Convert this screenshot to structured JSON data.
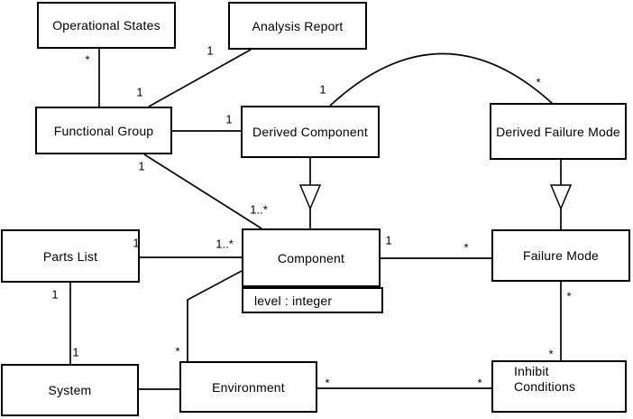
{
  "diagram": {
    "type": "uml-class-diagram",
    "background_color": "#ffffff",
    "line_color": "#000000",
    "classes": {
      "operational_states": {
        "name": "Operational States"
      },
      "analysis_report": {
        "name": "Analysis Report"
      },
      "functional_group": {
        "name": "Functional Group"
      },
      "derived_component": {
        "name": "Derived Component"
      },
      "derived_failure_mode": {
        "name": "Derived Failure Mode"
      },
      "parts_list": {
        "name": "Parts List"
      },
      "component": {
        "name": "Component",
        "attributes": [
          "level : integer"
        ]
      },
      "failure_mode": {
        "name": "Failure Mode"
      },
      "system": {
        "name": "System"
      },
      "environment": {
        "name": "Environment"
      },
      "inhibit_conditions": {
        "name": "Inhibit Conditions",
        "lines": [
          "Inhibit",
          "Conditions"
        ]
      }
    },
    "associations": [
      {
        "from": "Operational States",
        "to": "Functional Group",
        "from_mult": "*",
        "to_mult": ""
      },
      {
        "from": "Analysis Report",
        "to": "Functional Group",
        "from_mult": "1",
        "to_mult": "1"
      },
      {
        "from": "Functional Group",
        "to": "Derived Component",
        "from_mult": "",
        "to_mult": "1"
      },
      {
        "from": "Derived Component",
        "to": "Derived Failure Mode",
        "from_mult": "1",
        "to_mult": "*"
      },
      {
        "from": "Functional Group",
        "to": "Component",
        "from_mult": "1",
        "to_mult": "1..*"
      },
      {
        "from": "Parts List",
        "to": "Component",
        "from_mult": "1",
        "to_mult": "1..*"
      },
      {
        "from": "Component",
        "to": "Failure Mode",
        "from_mult": "1",
        "to_mult": "*"
      },
      {
        "from": "Parts List",
        "to": "System",
        "from_mult": "1",
        "to_mult": "1"
      },
      {
        "from": "Component",
        "to": "Environment",
        "from_mult": "",
        "to_mult": "*"
      },
      {
        "from": "System",
        "to": "Environment",
        "from_mult": "",
        "to_mult": ""
      },
      {
        "from": "Environment",
        "to": "Inhibit Conditions",
        "from_mult": "*",
        "to_mult": "*"
      },
      {
        "from": "Failure Mode",
        "to": "Inhibit Conditions",
        "from_mult": "*",
        "to_mult": "*"
      }
    ],
    "generalizations": [
      {
        "child": "Derived Component",
        "parent": "Component"
      },
      {
        "child": "Derived Failure Mode",
        "parent": "Failure Mode"
      }
    ]
  }
}
